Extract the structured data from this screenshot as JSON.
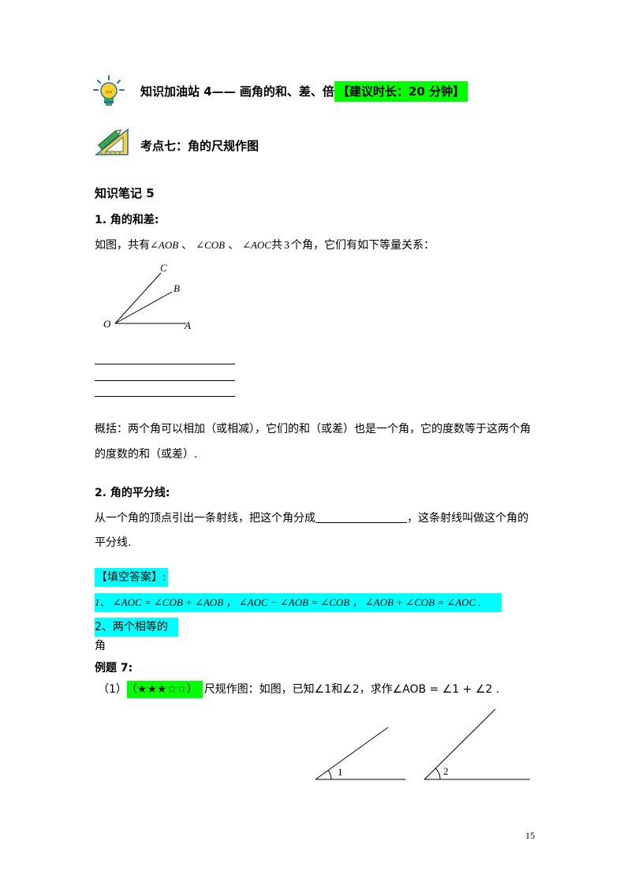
{
  "header1": {
    "icon": "lightbulb-icon",
    "title": "知识加油站 4—— 画角的和、差、倍",
    "highlight": "【建议时长：20 分钟】"
  },
  "header2": {
    "icon": "ruler-pencil-icon",
    "title": "考点七：角的尺规作图"
  },
  "notes_title": "知识笔记 5",
  "section1": {
    "heading": "1. 角的和差:",
    "intro_prefix": "如图，共有",
    "angle1": "∠AOB",
    "sep1": "、",
    "angle2": "∠COB",
    "sep2": "、",
    "angle3": "∠AOC",
    "intro_count_prefix": "共",
    "count": "3",
    "intro_suffix": "个角，它们有如下等量关系：",
    "figure_labels": {
      "c": "C",
      "b": "B",
      "o": "O",
      "a": "A"
    },
    "summary_line1": "概括：两个角可以相加（或相减），它们的和（或差）也是一个角，它的度数等于这两个角",
    "summary_line2": "的度数的和（或差）."
  },
  "section2": {
    "heading": "2. 角的平分线:",
    "text_before": "从一个角的顶点引出一条射线，把这个角分成",
    "text_after": "，这条射线叫做这个角的",
    "text_line2": "平分线."
  },
  "answers": {
    "title": "【填空答案】:",
    "line1": "1、 ∠AOC = ∠COB + ∠AOB ， ∠AOC − ∠AOB = ∠COB ， ∠AOB + ∠COB = ∠AOC .",
    "line2": "2、两个相等的角"
  },
  "example": {
    "title": "例题 7:",
    "number": "（1）",
    "rating": "（★★★☆☆）",
    "text": "尺规作图：如图，已知∠1和∠2，求作∠AOB = ∠1 + ∠2 .",
    "angle1_label": "1",
    "angle2_label": "2"
  },
  "page_number": "15"
}
